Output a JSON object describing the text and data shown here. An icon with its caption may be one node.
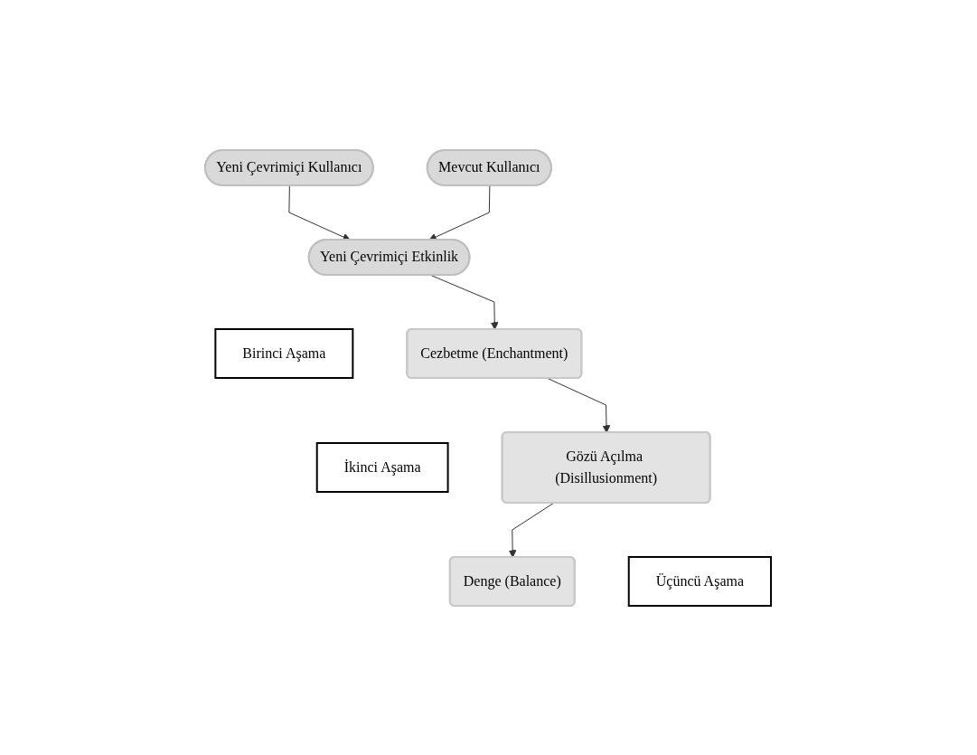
{
  "diagram": {
    "nodes": [
      {
        "text": [
          "Yeni Çevrimiçi Kullanıcı"
        ]
      },
      {
        "text": [
          "Mevcut Kullanıcı"
        ]
      },
      {
        "text": [
          "Yeni Çevrimiçi Etkinlik"
        ]
      },
      {
        "text": [
          "Birinci Aşama"
        ]
      },
      {
        "text": [
          "Cezbetme (Enchantment)"
        ]
      },
      {
        "text": [
          "İkinci Aşama"
        ]
      },
      {
        "text": [
          "Gözü Açılma (Disillusionment)"
        ]
      },
      {
        "text": [
          "Üçüncü Aşama"
        ]
      },
      {
        "text": [
          "Denge (Balance)"
        ]
      }
    ],
    "edges": [
      {
        "from": 0,
        "to": 2,
        "arrow": "to"
      },
      {
        "from": 1,
        "to": 2,
        "arrow": "to"
      },
      {
        "from": 2,
        "to": 4,
        "arrow": "to"
      },
      {
        "from": 4,
        "to": 6,
        "arrow": "to"
      },
      {
        "from": 6,
        "to": 8,
        "arrow": "to"
      }
    ]
  }
}
